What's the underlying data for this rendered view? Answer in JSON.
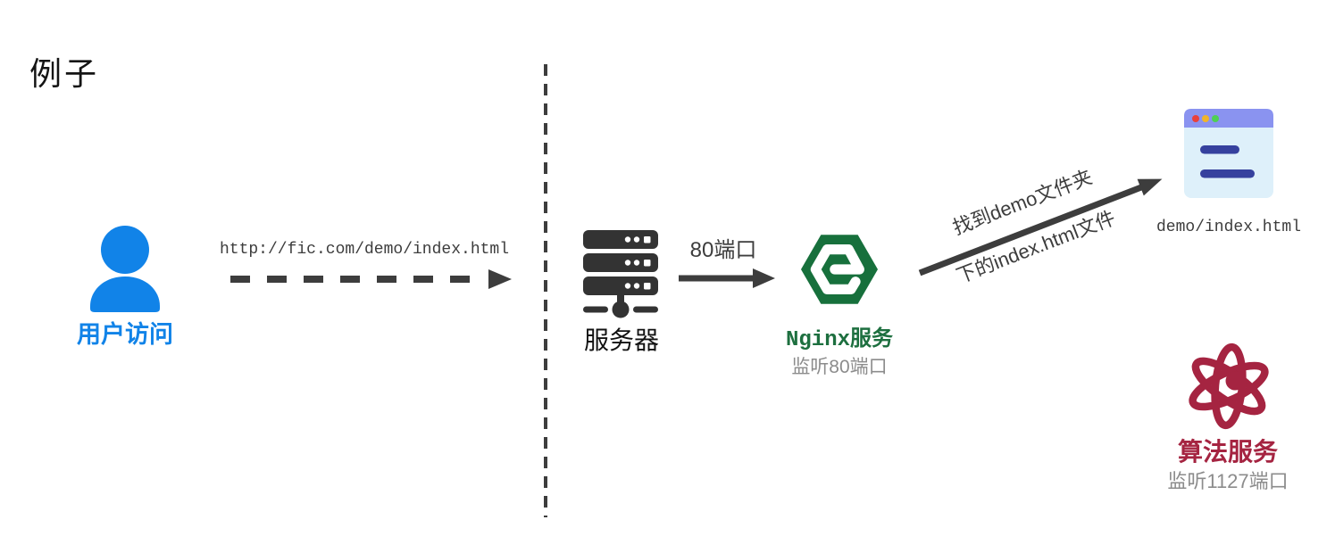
{
  "title": "例子",
  "palette": {
    "user_blue": "#1183e8",
    "nginx_green": "#17703c",
    "algo_red": "#a52441",
    "arrow_gray": "#3d3d3d",
    "icon_gray": "#333333",
    "muted_gray": "#8c8c8c",
    "text_black": "#141414",
    "browser_header": "#8a93f0",
    "browser_body": "#def0fa",
    "browser_bar": "#36419e",
    "dot_red": "#e8413c",
    "dot_yellow": "#f0b429",
    "dot_green": "#4fd053"
  },
  "user_node": {
    "icon": "user-icon",
    "label": "用户访问"
  },
  "request_arrow": {
    "url": "http://fic.com/demo/index.html"
  },
  "server_node": {
    "icon": "server-icon",
    "label": "服务器"
  },
  "port80_arrow": {
    "label": "80端口"
  },
  "nginx_node": {
    "icon": "nginx-hexagon-icon",
    "label": "Nginx服务",
    "sublabel": "监听80端口"
  },
  "lookup_arrow": {
    "label_line1": "找到demo文件夹",
    "label_line2": "下的index.html文件"
  },
  "browser_node": {
    "icon": "browser-window-icon",
    "label": "demo/index.html"
  },
  "algorithm_node": {
    "icon": "atom-icon",
    "label": "算法服务",
    "sublabel": "监听1127端口"
  }
}
